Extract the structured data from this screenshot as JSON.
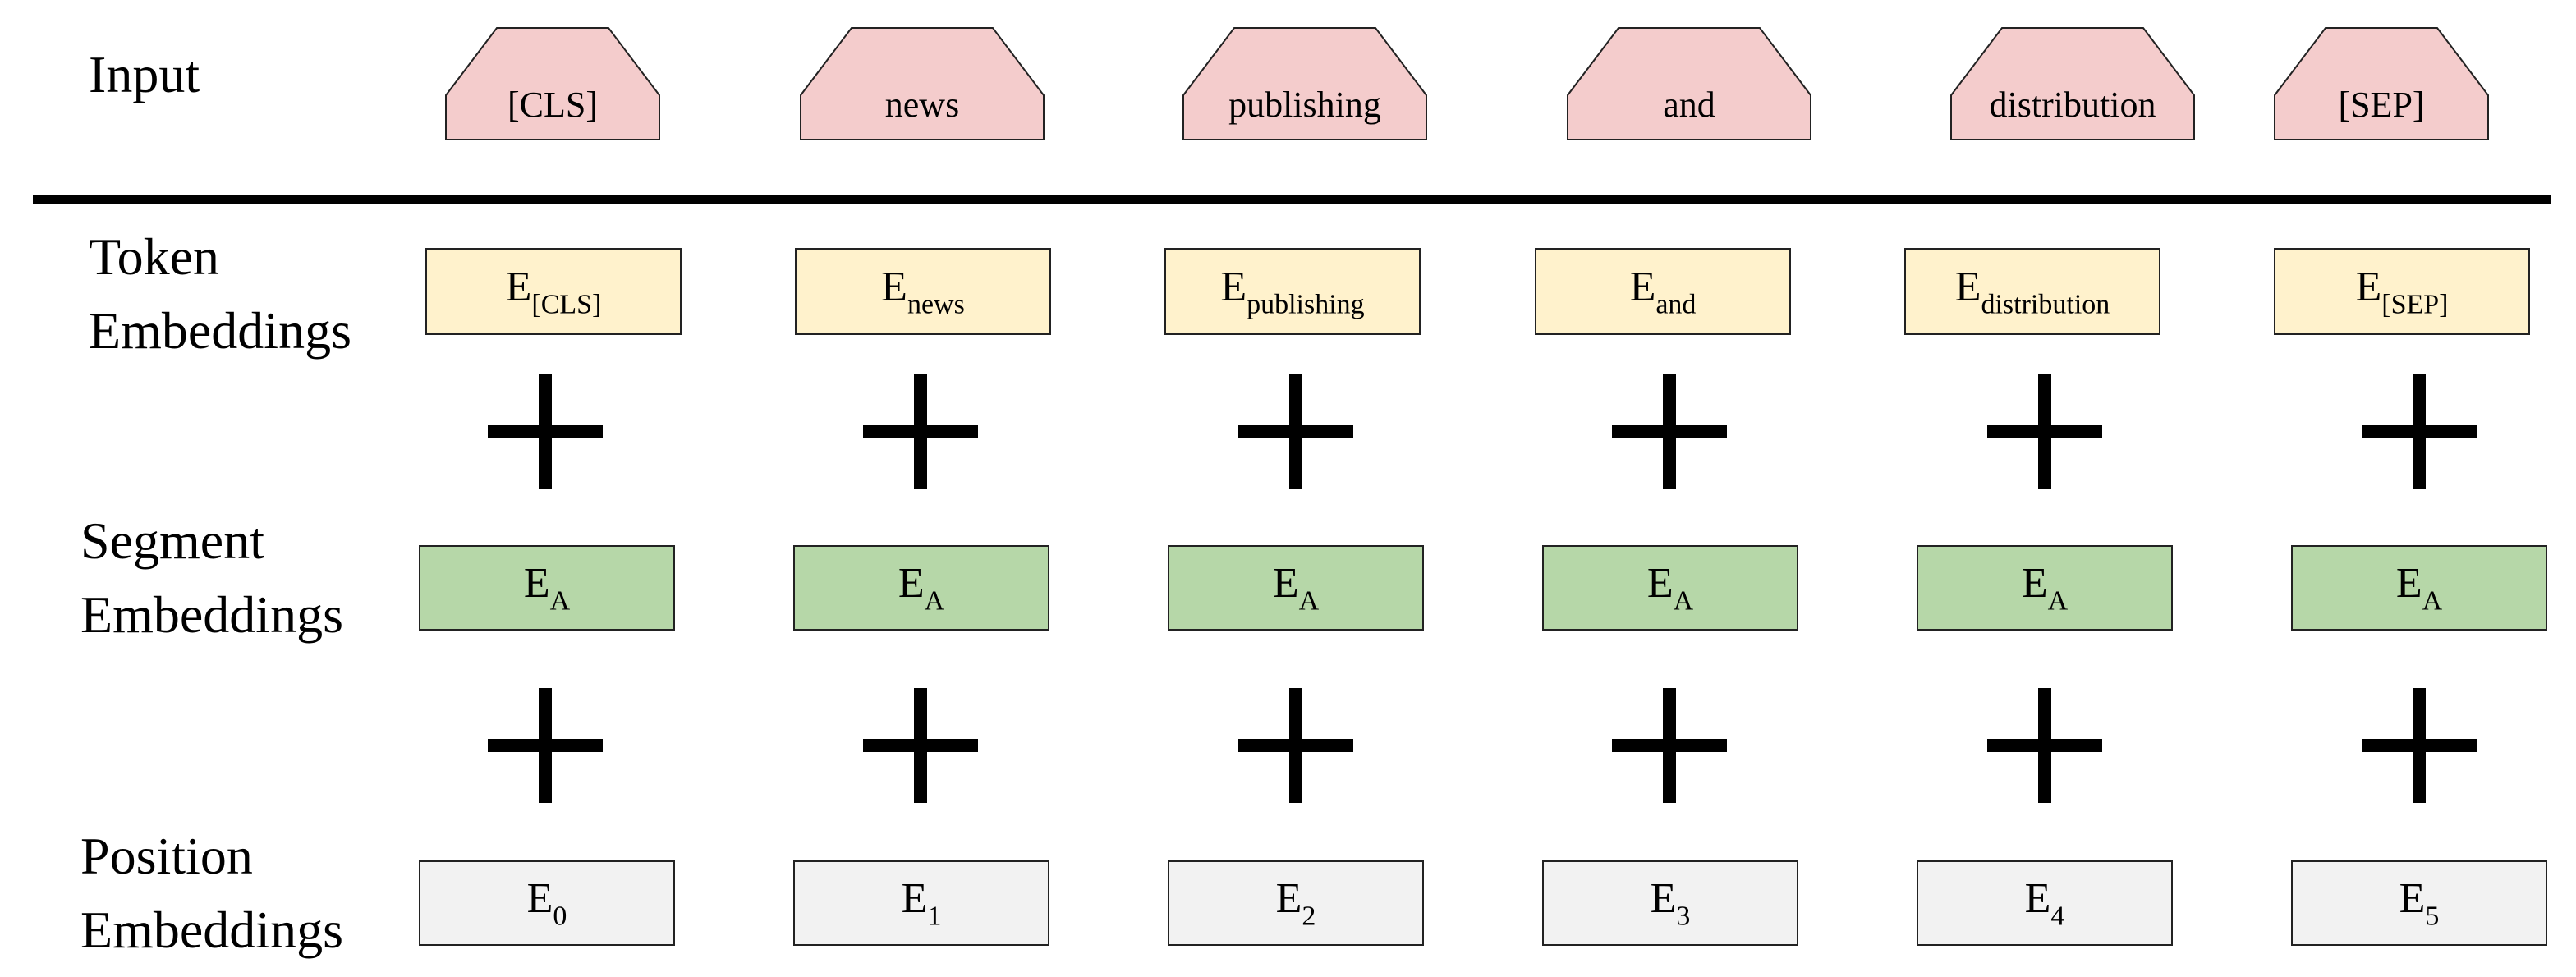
{
  "labels": {
    "input": "Input",
    "token": [
      "Token",
      "Embeddings"
    ],
    "segment": [
      "Segment",
      "Embeddings"
    ],
    "position": [
      "Position",
      "Embeddings"
    ]
  },
  "inputs": [
    "[CLS]",
    "news",
    "publishing",
    "and",
    "distribution",
    "[SEP]"
  ],
  "token_embeddings": [
    {
      "base": "E",
      "sub": "[CLS]"
    },
    {
      "base": "E",
      "sub": "news"
    },
    {
      "base": "E",
      "sub": "publishing"
    },
    {
      "base": "E",
      "sub": "and"
    },
    {
      "base": "E",
      "sub": "distribution"
    },
    {
      "base": "E",
      "sub": "[SEP]"
    }
  ],
  "segment_embeddings": [
    {
      "base": "E",
      "sub": "A"
    },
    {
      "base": "E",
      "sub": "A"
    },
    {
      "base": "E",
      "sub": "A"
    },
    {
      "base": "E",
      "sub": "A"
    },
    {
      "base": "E",
      "sub": "A"
    },
    {
      "base": "E",
      "sub": "A"
    }
  ],
  "position_embeddings": [
    {
      "base": "E",
      "sub": "0"
    },
    {
      "base": "E",
      "sub": "1"
    },
    {
      "base": "E",
      "sub": "2"
    },
    {
      "base": "E",
      "sub": "3"
    },
    {
      "base": "E",
      "sub": "4"
    },
    {
      "base": "E",
      "sub": "5"
    }
  ],
  "colors": {
    "input_fill": "#f4cccc",
    "token_fill": "#fff2cc",
    "segment_fill": "#b6d7a8",
    "position_fill": "#f2f2f2"
  }
}
